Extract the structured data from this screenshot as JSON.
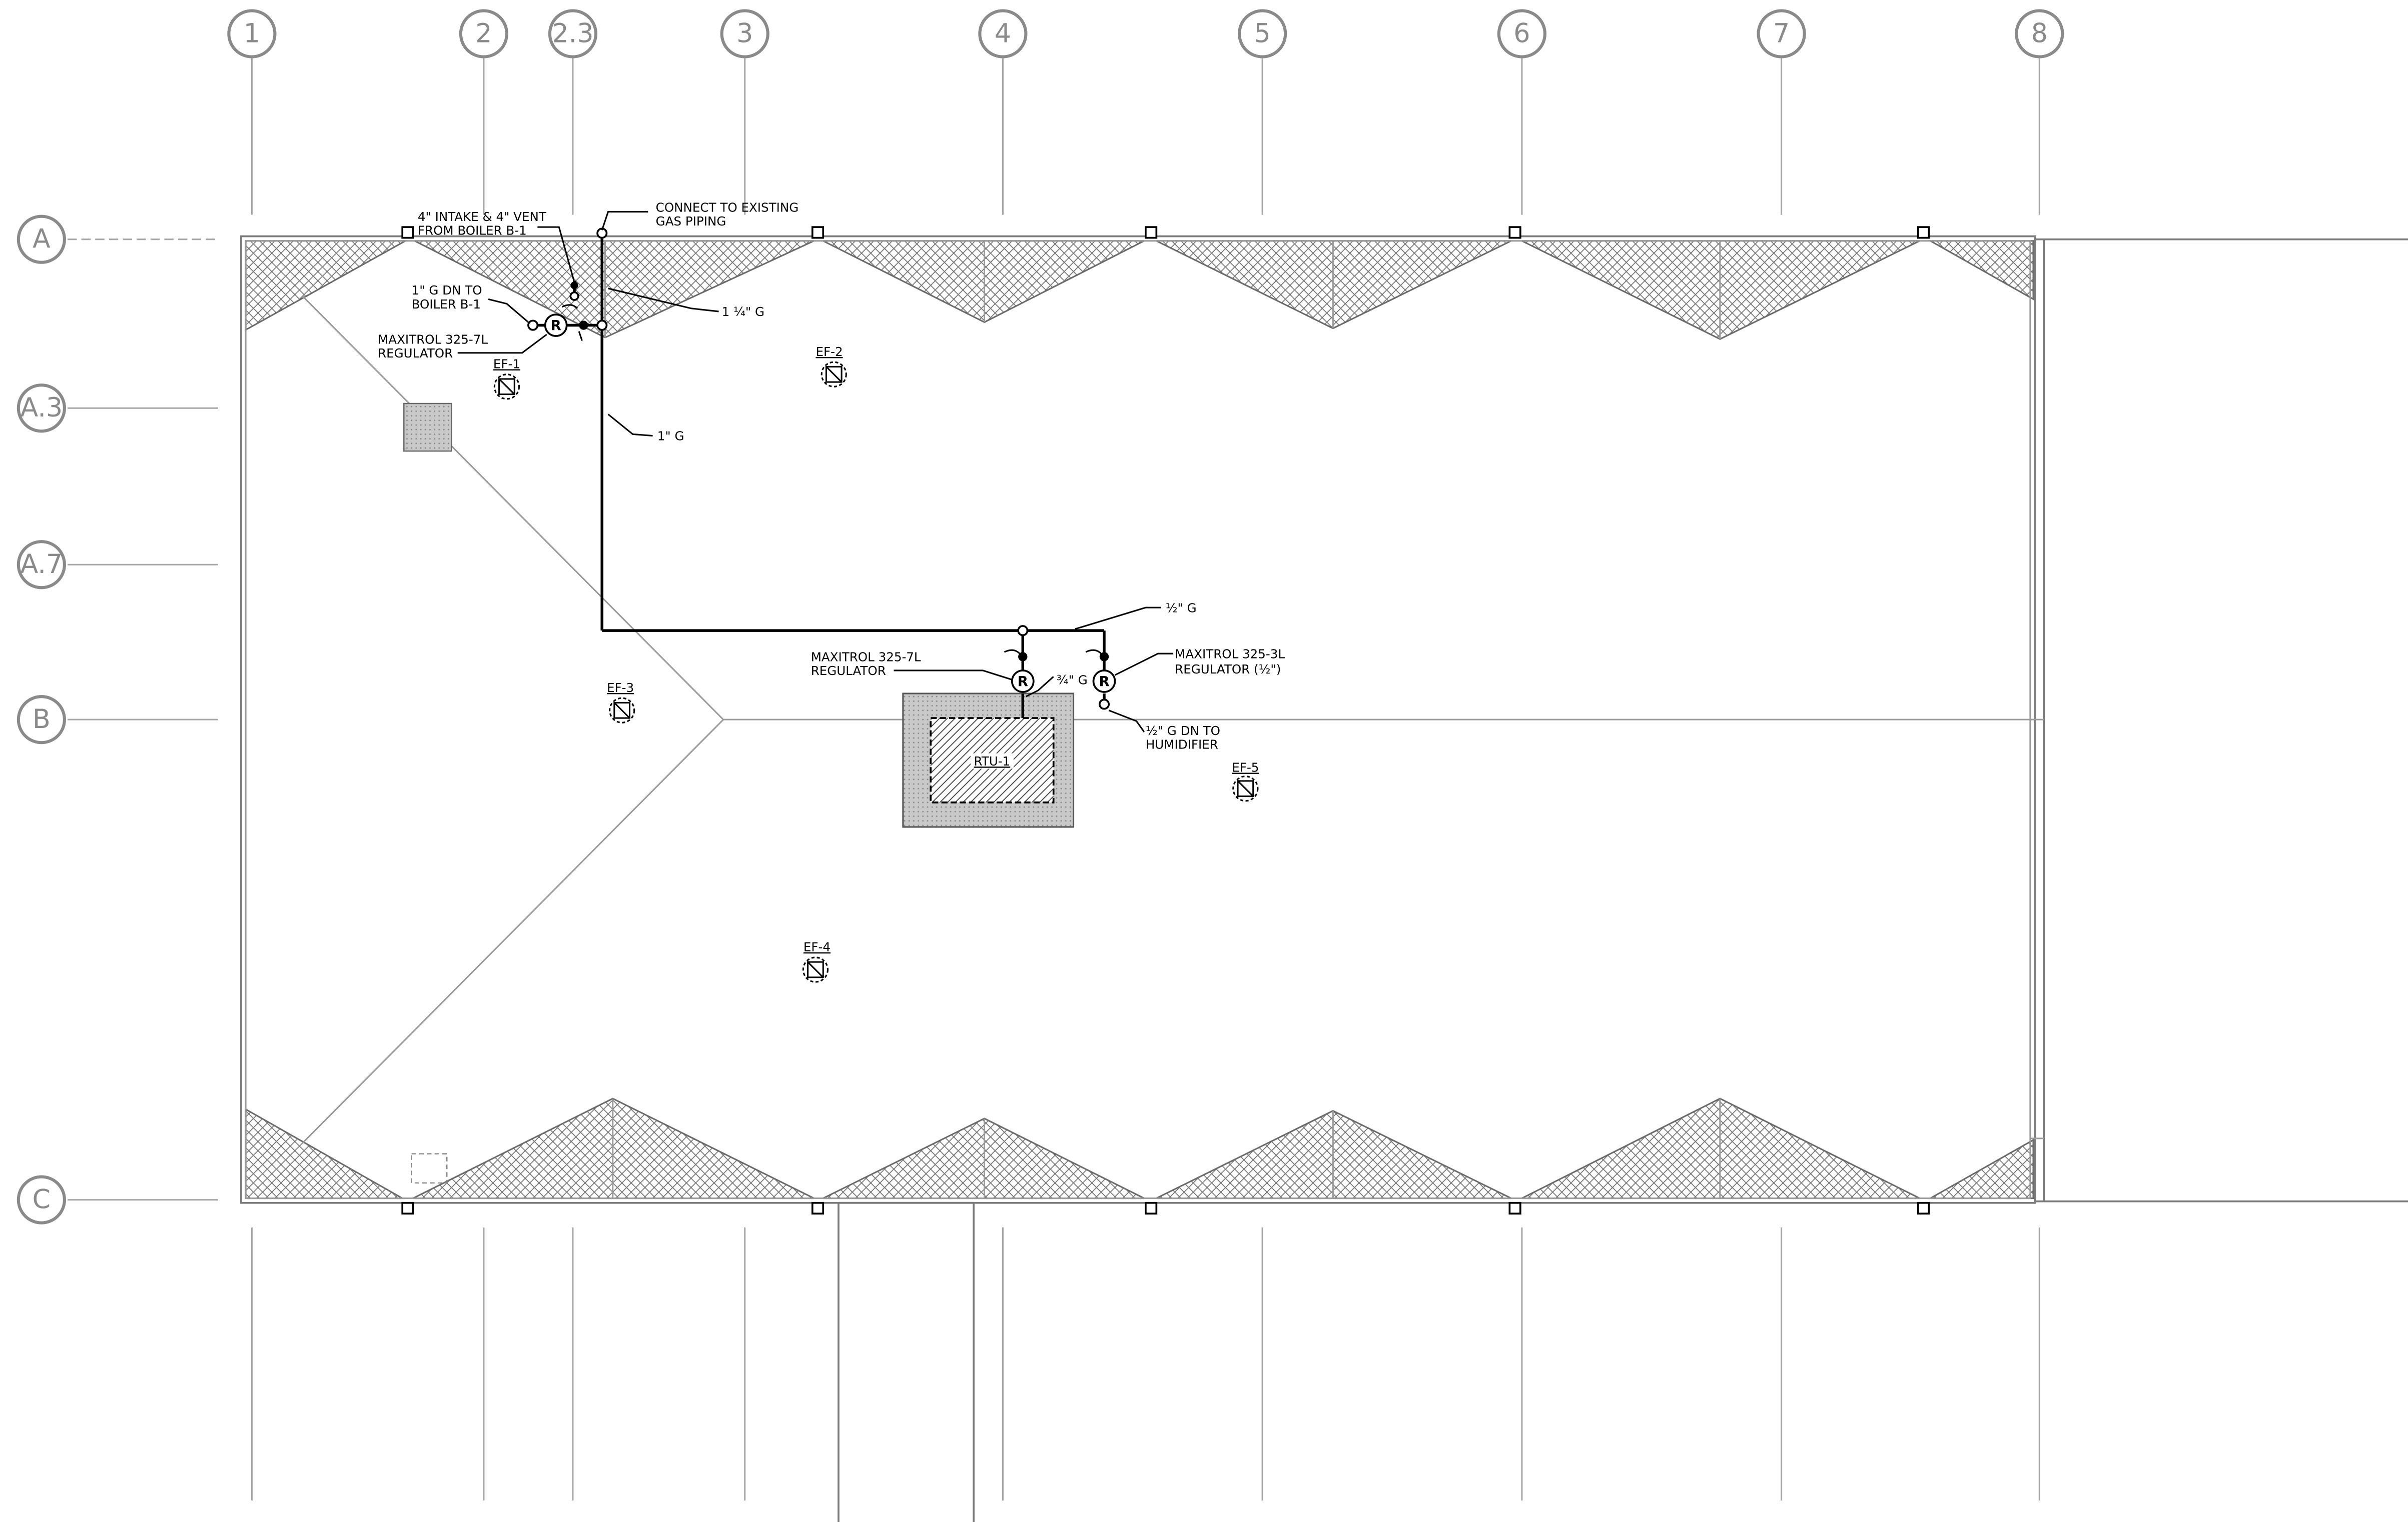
{
  "drawing": {
    "columns": [
      "1",
      "2",
      "2.3",
      "3",
      "4",
      "5",
      "6",
      "7",
      "8"
    ],
    "rows": [
      "A",
      "A.3",
      "A.7",
      "B",
      "C"
    ],
    "notes": {
      "intake_vent": [
        "4\" INTAKE & 4\" VENT",
        "FROM BOILER B-1"
      ],
      "connect_existing": [
        "CONNECT TO EXISTING",
        "GAS PIPING"
      ],
      "boiler_dn": [
        "1\" G DN TO",
        "BOILER B-1"
      ],
      "regulator_1": [
        "MAXITROL 325-7L",
        "REGULATOR"
      ],
      "size_1_1_4": "1 ¼\" G",
      "size_1": "1\" G",
      "size_1_2": "½\" G",
      "regulator_2": [
        "MAXITROL 325-7L",
        "REGULATOR"
      ],
      "size_3_4": "¾\" G",
      "regulator_3": [
        "MAXITROL 325-3L",
        "REGULATOR (½\")"
      ],
      "humidifier": [
        "½\" G DN TO",
        "HUMIDIFIER"
      ]
    },
    "equipment": {
      "ef1": "EF-1",
      "ef2": "EF-2",
      "ef3": "EF-3",
      "ef4": "EF-4",
      "ef5": "EF-5",
      "rtu1": "RTU-1"
    },
    "symbols": {
      "regulator_letter": "R",
      "fan_icon": "circled-n-exhaust-fan-icon"
    },
    "colors": {
      "linework": "#000000",
      "grid": "#8a8a8a",
      "hatch": "#6a6a6a"
    }
  }
}
